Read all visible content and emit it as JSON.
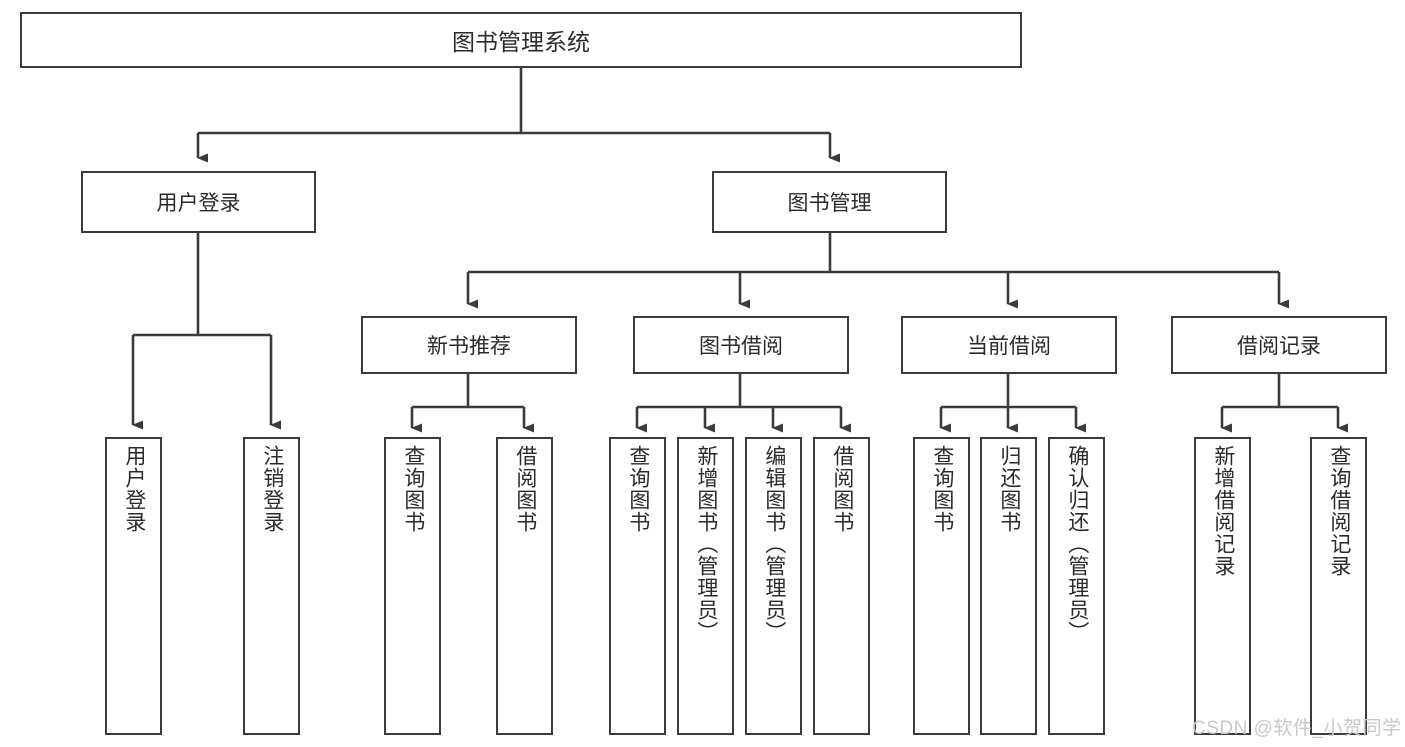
{
  "diagram": {
    "type": "tree",
    "title": "图书管理系统",
    "colors": {
      "background": "#ffffff",
      "box_border": "#3b3b3b",
      "box_fill": "#ffffff",
      "text": "#2b2b2b",
      "connector": "#3b3b3b",
      "watermark": "#c9c9c9"
    },
    "root": {
      "label": "图书管理系统"
    },
    "level2": [
      {
        "label": "用户登录"
      },
      {
        "label": "图书管理"
      }
    ],
    "level3": [
      {
        "label": "新书推荐"
      },
      {
        "label": "图书借阅"
      },
      {
        "label": "当前借阅"
      },
      {
        "label": "借阅记录"
      }
    ],
    "leaves": {
      "user_login": [
        {
          "label": "用户登录"
        },
        {
          "label": "注销登录"
        }
      ],
      "new_book": [
        {
          "label": "查询图书"
        },
        {
          "label": "借阅图书"
        }
      ],
      "book_borrow": [
        {
          "label": "查询图书"
        },
        {
          "label": "新增图书（管理员）"
        },
        {
          "label": "编辑图书（管理员）"
        },
        {
          "label": "借阅图书"
        }
      ],
      "current_borrow": [
        {
          "label": "查询图书"
        },
        {
          "label": "归还图书"
        },
        {
          "label": "确认归还（管理员）"
        }
      ],
      "borrow_record": [
        {
          "label": "新增借阅记录"
        },
        {
          "label": "查询借阅记录"
        }
      ]
    }
  },
  "watermark": {
    "text": "CSDN @软件_小贺同学"
  }
}
